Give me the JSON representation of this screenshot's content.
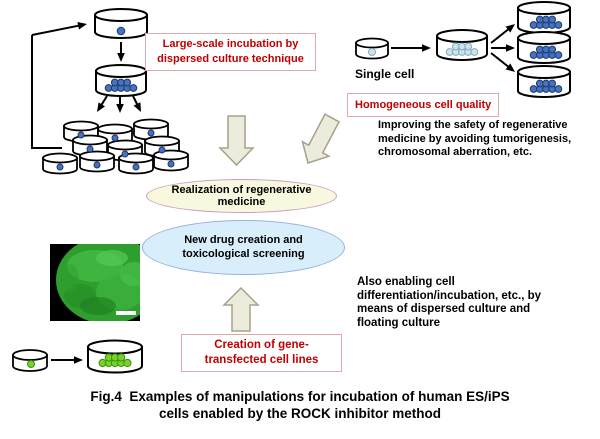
{
  "top_left": {
    "large_scale": "Large-scale incubation by\ndispersed culture technique"
  },
  "right": {
    "single_cell": "Single cell",
    "homogeneous": "Homogeneous cell quality",
    "improving": "Improving the safety of regenerative\nmedicine by avoiding tumorigenesis,\nchromosomal aberration, etc."
  },
  "center": {
    "realization": "Realization of regenerative\nmedicine",
    "new_drug": "New drug creation and\ntoxicological screening"
  },
  "bottom": {
    "creation": "Creation of gene-\ntransfected cell lines",
    "also_enabling": "Also enabling cell\ndifferentiation/incubation, etc., by\nmeans of dispersed culture and\nfloating culture"
  },
  "caption": {
    "text": "Fig.4  Examples of manipulations for incubation of human ES/iPS\ncells enabled by the ROCK inhibitor method"
  },
  "icons": {
    "culture-dish-icon": "open cylinder shape",
    "cell-dot-icon": "small filled circle",
    "arrow-icon": "black line arrow",
    "block-arrow-icon": "beige outlined block arrow",
    "fluorescence-micrograph-icon": "green cell colony image with white scale bar"
  },
  "colors": {
    "red_text": "#C00000",
    "red_box_border": "#E0A8A6",
    "cell_blue": "#4472C4",
    "cell_blue_edge": "#1F3864",
    "cell_pale_blue": "#C9E4F1",
    "cell_pale_blue_edge": "#8AA8B8",
    "cell_green": "#76D32A",
    "cell_green_edge": "#3C8D12",
    "block_arrow_fill": "#EDEBDC",
    "block_arrow_edge": "#A3A389",
    "realization_fill": "#F8F8DE",
    "realization_border": "#C79EC7",
    "new_drug_fill": "#D9EEFB",
    "new_drug_border": "#96B1E4",
    "micrograph_green": "#2E9F2E"
  }
}
